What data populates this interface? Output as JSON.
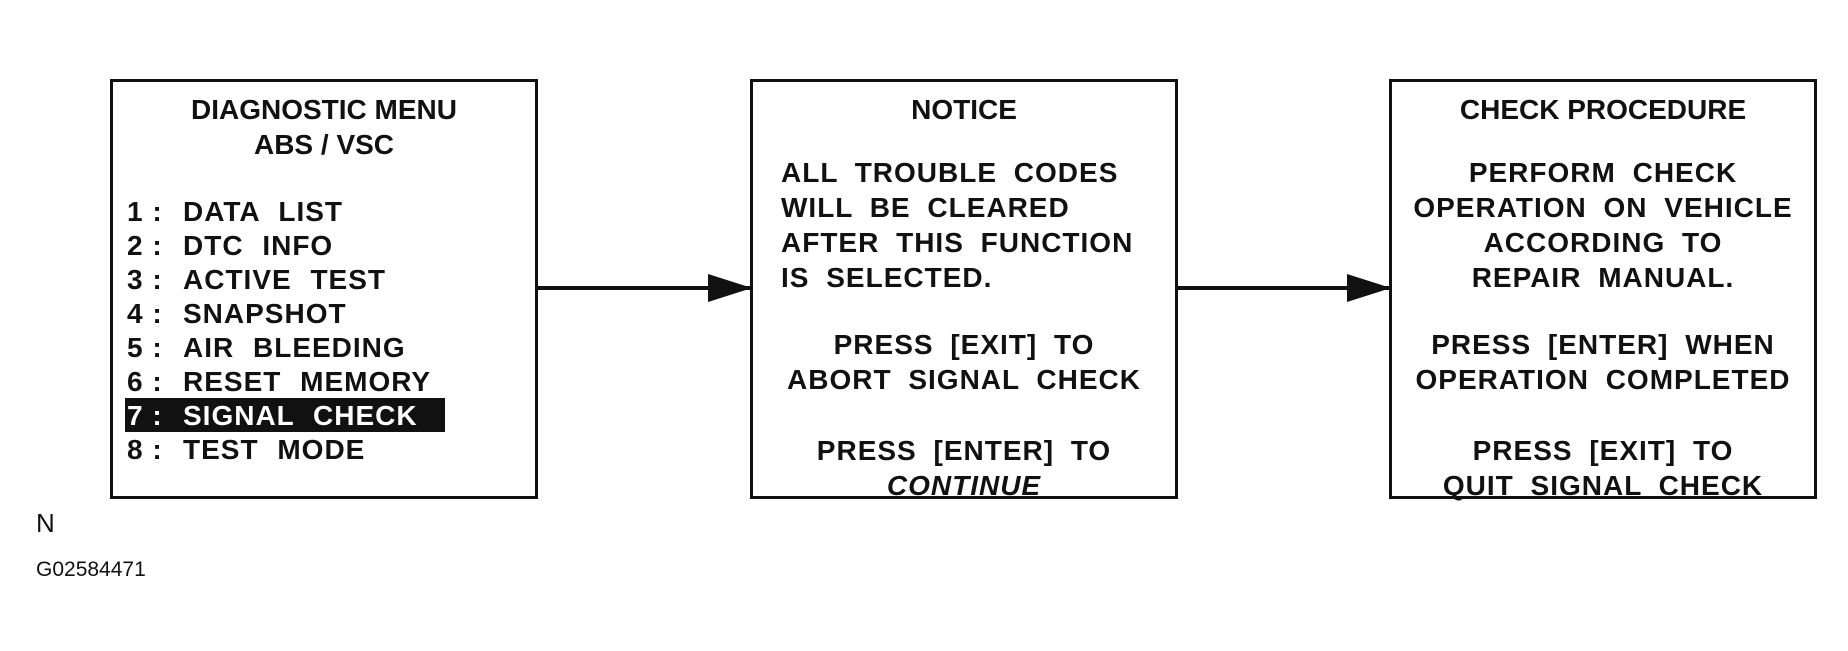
{
  "menu": {
    "title": "DIAGNOSTIC MENU",
    "subtitle": "ABS / VSC",
    "items": [
      {
        "num": "1 :",
        "label": "DATA LIST"
      },
      {
        "num": "2 :",
        "label": "DTC INFO"
      },
      {
        "num": "3 :",
        "label": "ACTIVE TEST"
      },
      {
        "num": "4 :",
        "label": "SNAPSHOT"
      },
      {
        "num": "5 :",
        "label": "AIR BLEEDING"
      },
      {
        "num": "6 :",
        "label": "RESET MEMORY"
      },
      {
        "num": "7 :",
        "label": "SIGNAL CHECK"
      },
      {
        "num": "8 :",
        "label": "TEST MODE"
      }
    ],
    "selected_index": 6
  },
  "notice": {
    "title": "NOTICE",
    "body": "ALL TROUBLE CODES\nWILL BE CLEARED\nAFTER THIS FUNCTION\nIS SELECTED.",
    "exit_text": "PRESS [EXIT] TO\nABORT SIGNAL CHECK",
    "enter_text_line1": "PRESS [ENTER] TO",
    "enter_text_line2": "CONTINUE"
  },
  "check": {
    "title": "CHECK PROCEDURE",
    "body": "PERFORM CHECK\nOPERATION ON VEHICLE\nACCORDING TO\nREPAIR MANUAL.",
    "enter_text": "PRESS [ENTER] WHEN\nOPERATION COMPLETED",
    "exit_text": "PRESS [EXIT] TO\nQUIT SIGNAL CHECK"
  },
  "footer": {
    "corner_label": "N",
    "figure_id": "G02584471"
  }
}
